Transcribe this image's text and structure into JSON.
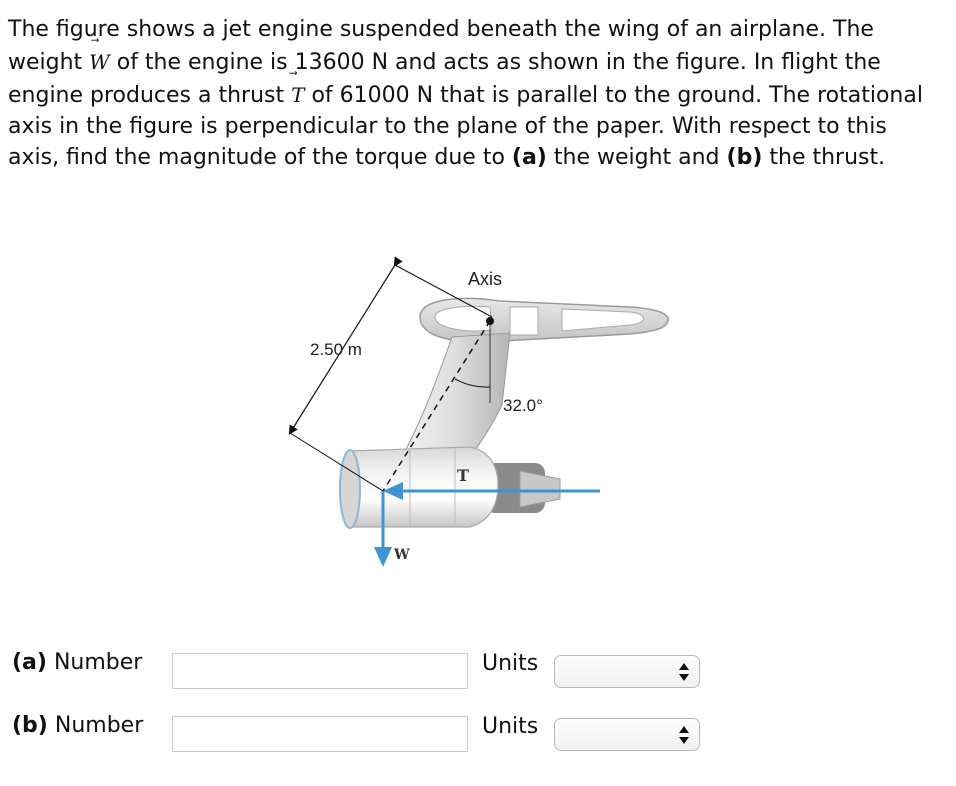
{
  "problem": {
    "text_1": "The figure shows a jet engine suspended beneath the wing of an airplane. The weight ",
    "weight_symbol": "W",
    "text_2": " of the engine is 13600 N and acts as shown in the figure. In flight the engine produces a thrust ",
    "thrust_symbol": "T",
    "text_3": " of 61000 N that is parallel to the ground. The rotational axis in the figure is perpendicular to the plane of the paper. With respect to this axis, find the magnitude of the torque due to ",
    "part_a_tag": "(a)",
    "text_4": " the weight and ",
    "part_b_tag": "(b)",
    "text_5": " the thrust."
  },
  "figure": {
    "axis_label": "Axis",
    "distance_label": "2.50 m",
    "angle_label": "32.0°",
    "thrust_label": "T",
    "weight_label": "W",
    "colors": {
      "vector": "#3f95d3",
      "engine_light": "#e9e9e9",
      "engine_mid": "#cfcfcf",
      "engine_dark": "#8a8a8a"
    }
  },
  "answers": {
    "a": {
      "tag": "(a)",
      "label": "Number",
      "units_label": "Units",
      "value": "",
      "units_selected": ""
    },
    "b": {
      "tag": "(b)",
      "label": "Number",
      "units_label": "Units",
      "value": "",
      "units_selected": ""
    }
  }
}
